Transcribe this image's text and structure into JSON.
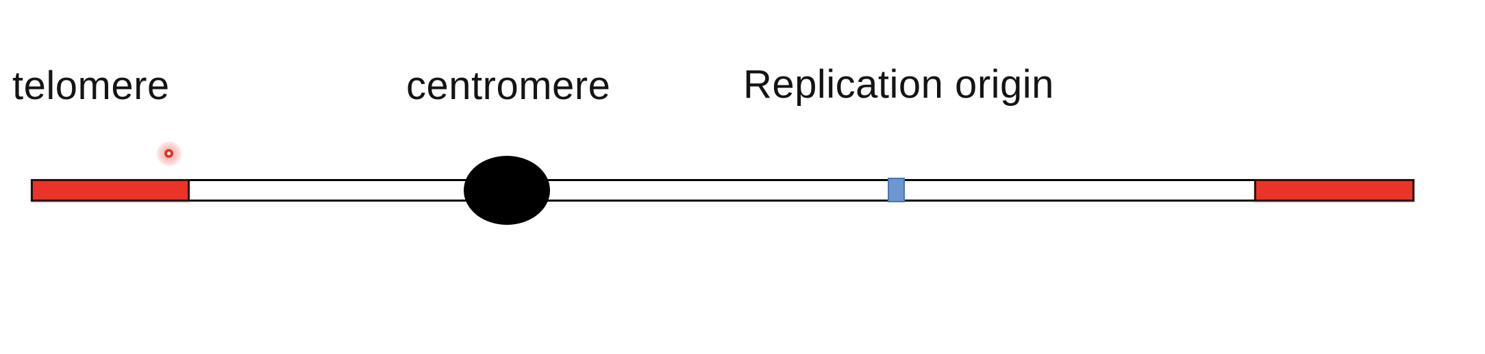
{
  "labels": {
    "telomere": "telomere",
    "centromere": "centromere",
    "replication_origin": "Replication origin"
  },
  "diagram": {
    "type": "chromosome-structure-diagram",
    "parts": [
      {
        "name": "telomere",
        "shape": "red rectangle caps at both ends of the chromosome bar"
      },
      {
        "name": "centromere",
        "shape": "black filled ellipse near left-center of the bar"
      },
      {
        "name": "replication origin",
        "shape": "small blue rectangle marker on the right half of the bar"
      }
    ],
    "cursor_indicator": "red ring click highlight near the left telomere label"
  },
  "colors": {
    "background": "#ffffff",
    "text_color": "#141414",
    "chromosome_fill": "#ffffff",
    "chromosome_border": "#000000",
    "telomere_fill": "#e93427",
    "telomere_border": "#2a100c",
    "centromere_fill": "#000000",
    "replication_origin_fill": "#6c96d0",
    "replication_origin_border": "#4d74ab",
    "cursor_color": "#dc372b"
  }
}
